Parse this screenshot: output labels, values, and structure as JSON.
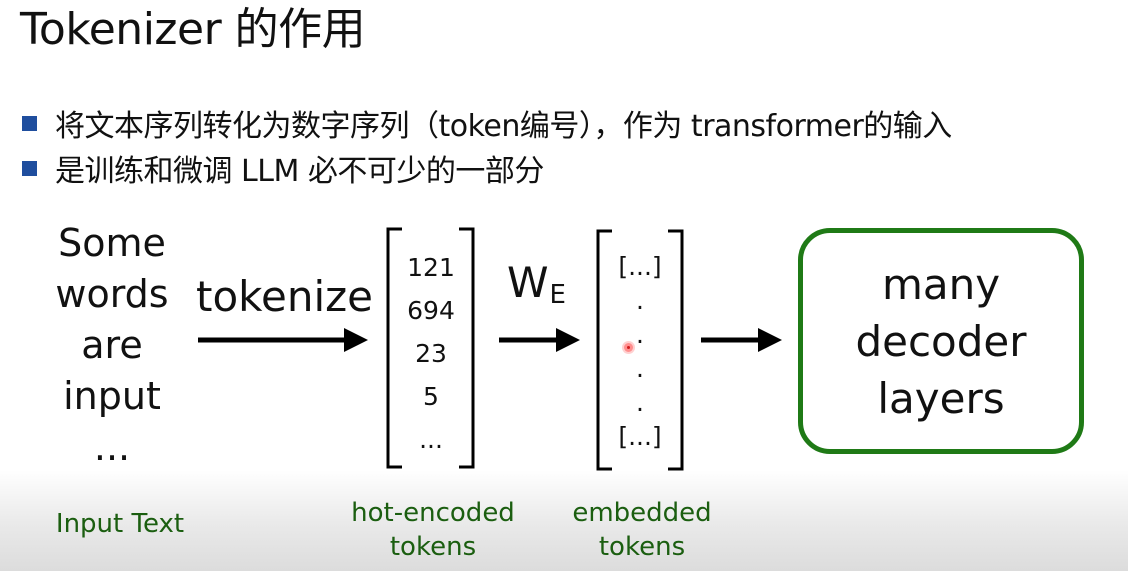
{
  "slide": {
    "title": "Tokenizer 的作用",
    "bullets": [
      "将文本序列转化为数字序列（token编号），作为 transformer的输入",
      "是训练和微调 LLM 必不可少的一部分"
    ]
  },
  "diagram": {
    "input_text": [
      "Some",
      "words",
      "are",
      "input",
      "..."
    ],
    "tokenize_label": "tokenize",
    "embedding_label_main": "W",
    "embedding_label_sub": "E",
    "token_ids": [
      "121",
      "694",
      "23",
      "5",
      "..."
    ],
    "embedded_tokens": [
      "[...]",
      ".",
      ".",
      ".",
      ".",
      "[...]"
    ],
    "decoder_box": [
      "many",
      "decoder",
      "layers"
    ],
    "captions": {
      "input": "Input Text",
      "tokens": [
        "hot-encoded",
        "tokens"
      ],
      "embedded": [
        "embedded",
        "tokens"
      ]
    }
  },
  "colors": {
    "bullet": "#1f4e9e",
    "box_border": "#1f7a16",
    "caption": "#1b5e10"
  },
  "icons": {
    "bullet": "square-bullet-icon",
    "arrow": "right-arrow-icon",
    "pointer": "laser-pointer-icon"
  }
}
